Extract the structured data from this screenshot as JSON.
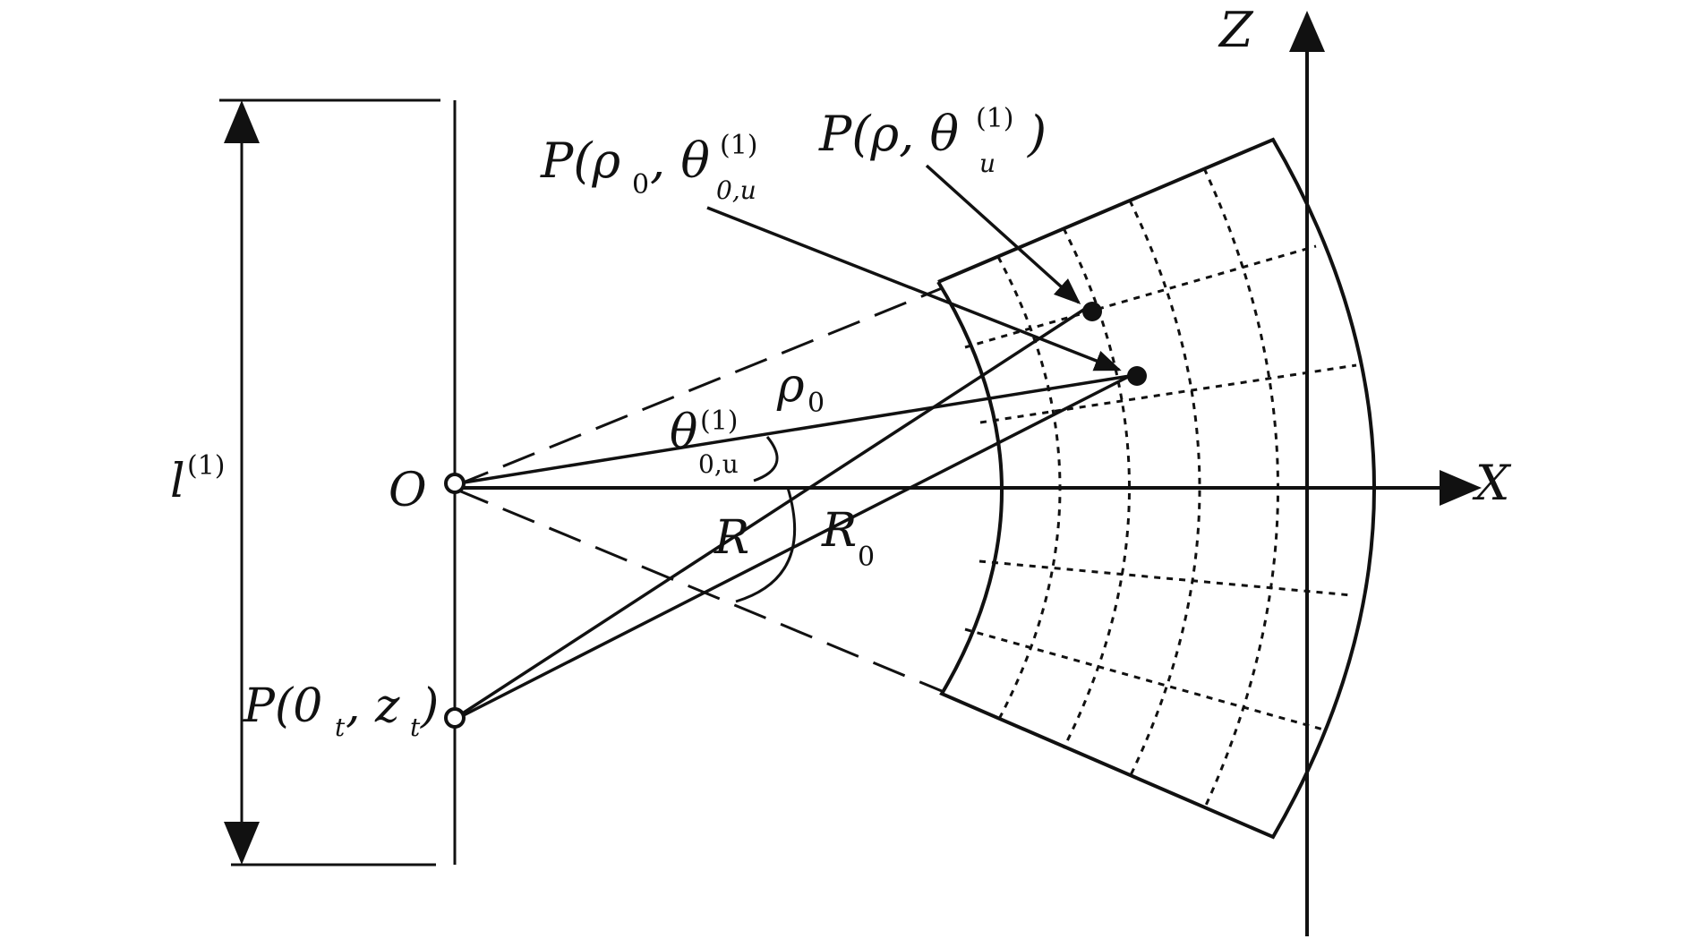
{
  "axes": {
    "x_label": "X",
    "z_label": "Z"
  },
  "labels": {
    "origin": "O",
    "length_main": "l",
    "length_sup": "(1)",
    "rho0_main": "ρ",
    "rho0_sub": "0",
    "theta_main": "θ",
    "theta_sup": "(1)",
    "theta_sub": "0,u",
    "R": "R",
    "R0_main": "R",
    "R0_sub": "0",
    "point_t_a": "P(0",
    "point_t_sub1": "t",
    "point_t_b": ", z",
    "point_t_sub2": "t",
    "point_t_c": ")",
    "point_rho0_a": "P(ρ",
    "point_rho0_sub": "0",
    "point_rho0_b": ", θ",
    "point_rho0_sup": "(1)",
    "point_rho0_sub2": "0,u",
    "point_rho_a": "P(ρ, θ",
    "point_rho_sup": "(1)",
    "point_rho_sub": "u",
    "point_rho_c": ")"
  },
  "colors": {
    "ink": "#111111",
    "background": "#ffffff"
  }
}
